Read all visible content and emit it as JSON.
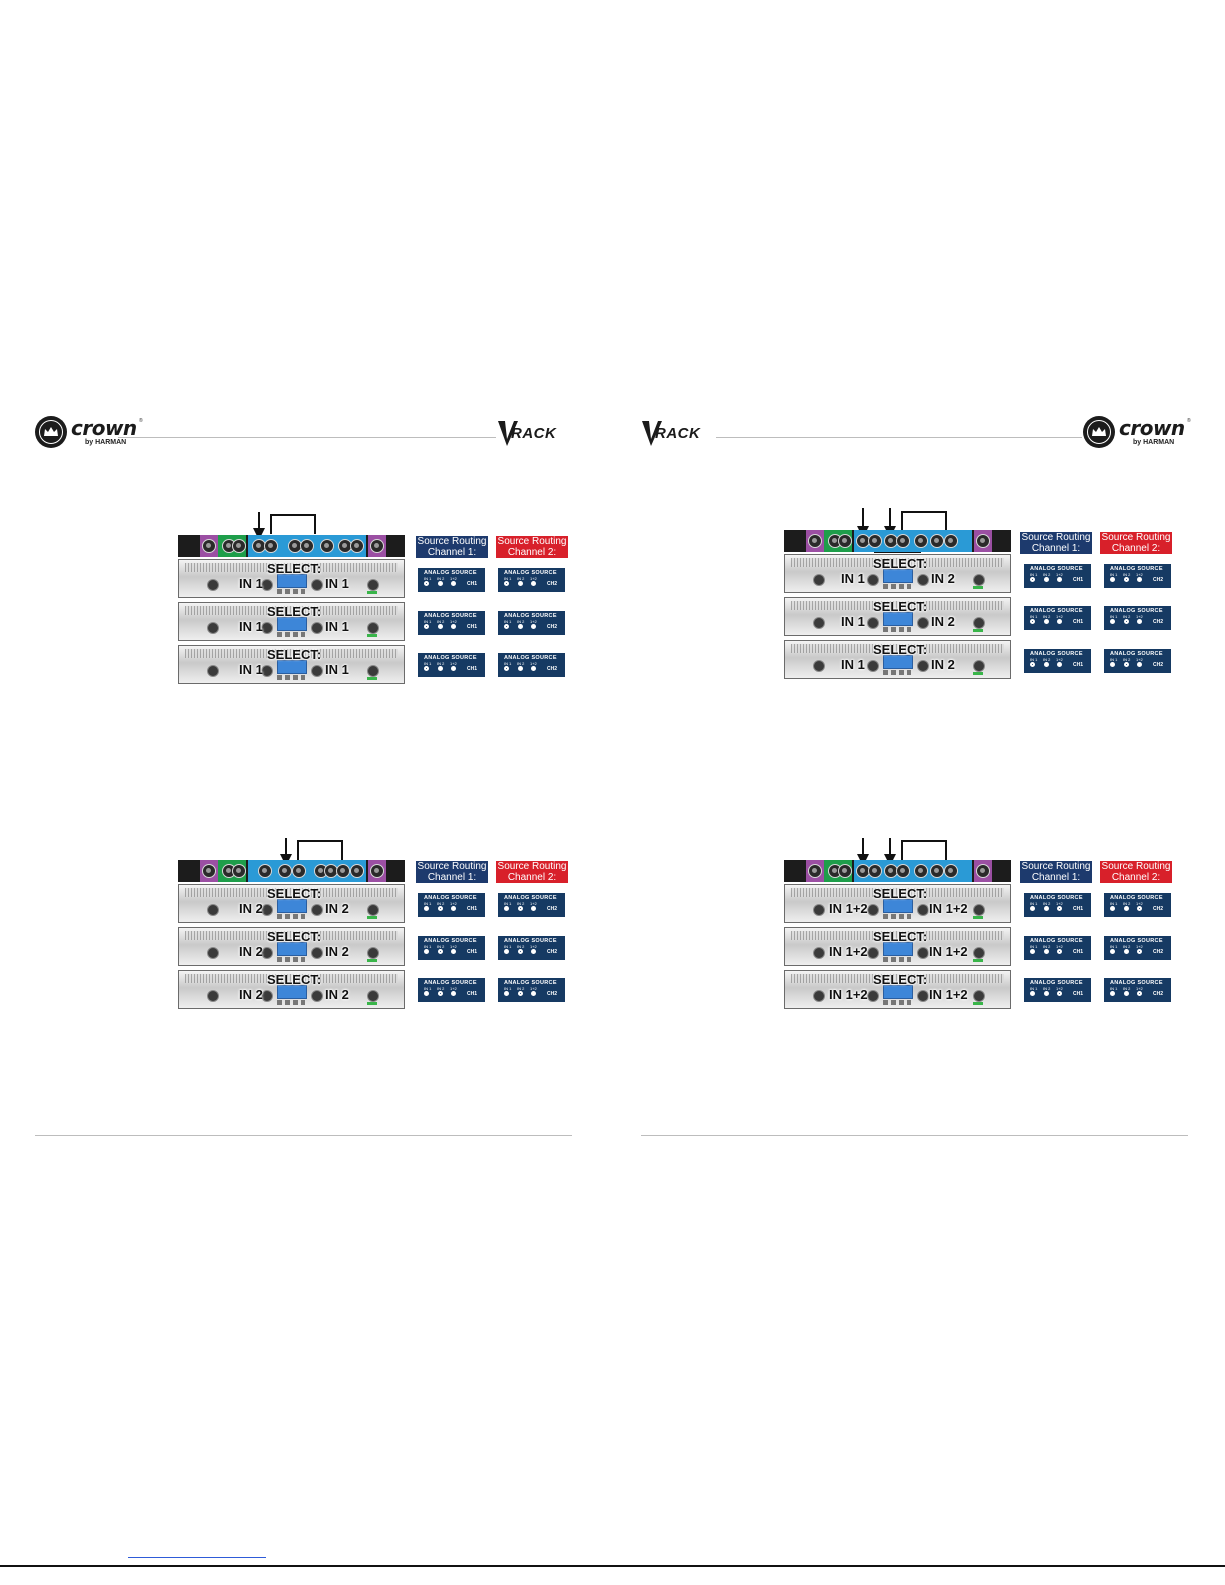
{
  "brand": {
    "crown_word": "crown",
    "crown_tm": "®",
    "crown_by": "by HARMAN",
    "vrack_text": "RACK"
  },
  "colors": {
    "navy": "#1d3a6d",
    "red": "#d8202a",
    "box": "#163a63",
    "panel_blue": "#2a9ad6",
    "panel_green": "#1e9e4a",
    "panel_purple": "#9b4fa3"
  },
  "labels": {
    "select": "SELECT:",
    "routing_ch1": "Source Routing Channel 1:",
    "routing_ch2": "Source Routing Channel 2:",
    "analog_source": "ANALOG SOURCE",
    "opt_in1": "IN 1",
    "opt_in2": "IN 2",
    "opt_in12": "1+2",
    "ch1": "CH1",
    "ch2": "CH2"
  },
  "diagrams": [
    {
      "id": "d1",
      "in_left": "IN 1",
      "in_right": "IN 1",
      "ch1_selected": 0,
      "ch2_selected": 0
    },
    {
      "id": "d2",
      "in_left": "IN 1",
      "in_right": "IN 2",
      "ch1_selected": 0,
      "ch2_selected": 1
    },
    {
      "id": "d3",
      "in_left": "IN 2",
      "in_right": "IN 2",
      "ch1_selected": 1,
      "ch2_selected": 1
    },
    {
      "id": "d4",
      "in_left": "IN 1+2",
      "in_right": "IN 1+2",
      "ch1_selected": 2,
      "ch2_selected": 2
    }
  ]
}
